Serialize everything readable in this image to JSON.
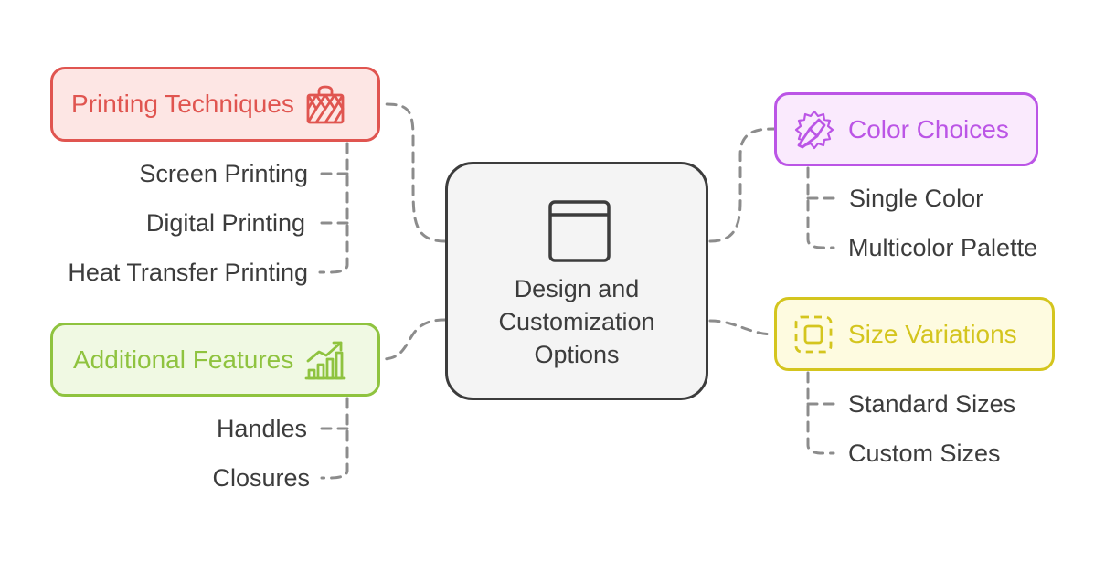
{
  "center": {
    "title_lines": [
      "Design and",
      "Customization",
      "Options"
    ],
    "icon": "browser-window-icon"
  },
  "branches": {
    "printing": {
      "label": "Printing Techniques",
      "icon": "shopping-bag-icon",
      "color": "#e05550",
      "fill": "#fde6e4",
      "items": [
        "Screen Printing",
        "Digital Printing",
        "Heat Transfer Printing"
      ]
    },
    "additional": {
      "label": "Additional Features",
      "icon": "growth-chart-icon",
      "color": "#8fc33f",
      "fill": "#f0f9e3",
      "items": [
        "Handles",
        "Closures"
      ]
    },
    "color": {
      "label": "Color Choices",
      "icon": "paint-palette-icon",
      "color": "#bb55e6",
      "fill": "#faeafd",
      "items": [
        "Single Color",
        "Multicolor Palette"
      ]
    },
    "size": {
      "label": "Size Variations",
      "icon": "resize-frame-icon",
      "color": "#d4c51e",
      "fill": "#fefbe0",
      "items": [
        "Standard Sizes",
        "Custom Sizes"
      ]
    }
  },
  "connector_color": "#8c8c8c"
}
